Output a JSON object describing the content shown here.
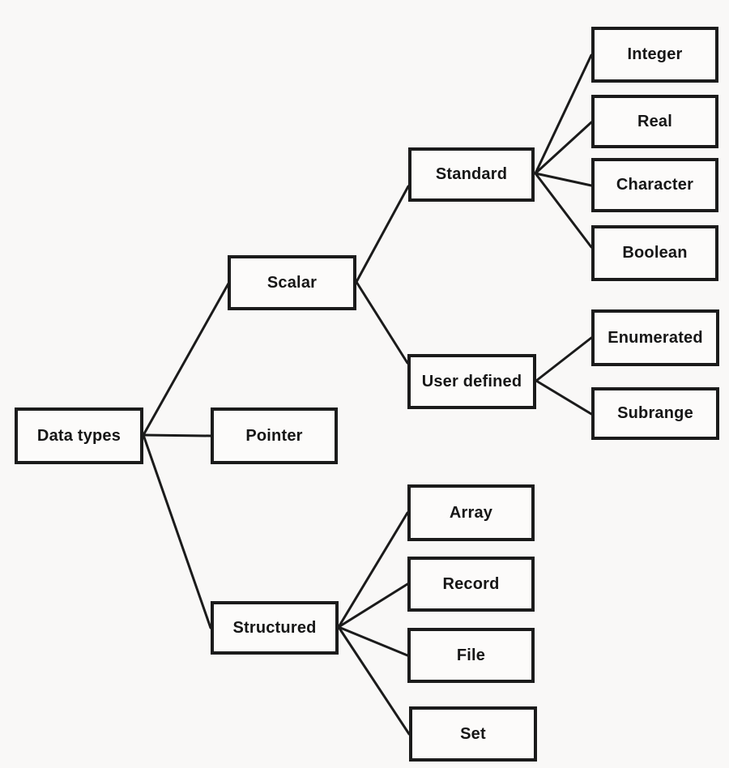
{
  "diagram": {
    "type": "tree",
    "direction": "left-to-right",
    "nodes": {
      "data_types": {
        "label": "Data types",
        "children": [
          "scalar",
          "pointer",
          "structured"
        ]
      },
      "scalar": {
        "label": "Scalar",
        "children": [
          "standard",
          "user_defined"
        ]
      },
      "pointer": {
        "label": "Pointer",
        "children": []
      },
      "structured": {
        "label": "Structured",
        "children": [
          "array",
          "record",
          "file",
          "set"
        ]
      },
      "standard": {
        "label": "Standard",
        "children": [
          "integer",
          "real",
          "character",
          "boolean"
        ]
      },
      "user_defined": {
        "label": "User defined",
        "children": [
          "enumerated",
          "subrange"
        ]
      },
      "integer": {
        "label": "Integer",
        "children": []
      },
      "real": {
        "label": "Real",
        "children": []
      },
      "character": {
        "label": "Character",
        "children": []
      },
      "boolean": {
        "label": "Boolean",
        "children": []
      },
      "enumerated": {
        "label": "Enumerated",
        "children": []
      },
      "subrange": {
        "label": "Subrange",
        "children": []
      },
      "array": {
        "label": "Array",
        "children": []
      },
      "record": {
        "label": "Record",
        "children": []
      },
      "file": {
        "label": "File",
        "children": []
      },
      "set": {
        "label": "Set",
        "children": []
      }
    },
    "colors": {
      "background": "#f9f8f7",
      "box_fill": "#fcfbfa",
      "box_border": "#1b1b1b",
      "connector_line": "#1b1b1b",
      "text": "#161616"
    }
  }
}
